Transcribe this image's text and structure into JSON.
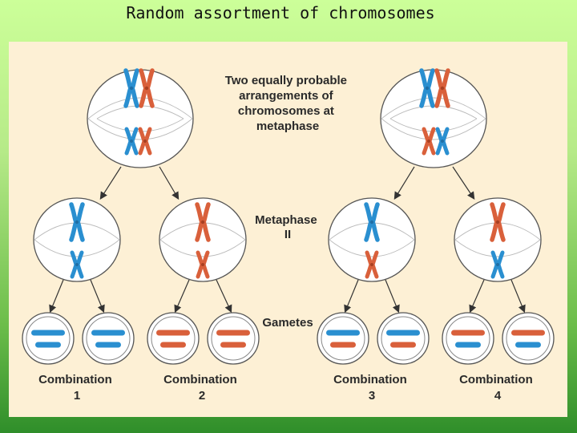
{
  "title": "Random assortment of chromosomes",
  "labels": {
    "metaphase_arrangements": [
      "Two equally probable",
      "arrangements of",
      "chromosomes at",
      "metaphase"
    ],
    "metaphase_ii": [
      "Metaphase",
      "II"
    ],
    "gametes": "Gametes"
  },
  "combinations": [
    {
      "label": "Combination",
      "number": "1"
    },
    {
      "label": "Combination",
      "number": "2"
    },
    {
      "label": "Combination",
      "number": "3"
    },
    {
      "label": "Combination",
      "number": "4"
    }
  ],
  "colors": {
    "blue_chromosome": "#2a8fd0",
    "red_chromosome": "#d9603b",
    "panel": "#fdf0d5"
  }
}
